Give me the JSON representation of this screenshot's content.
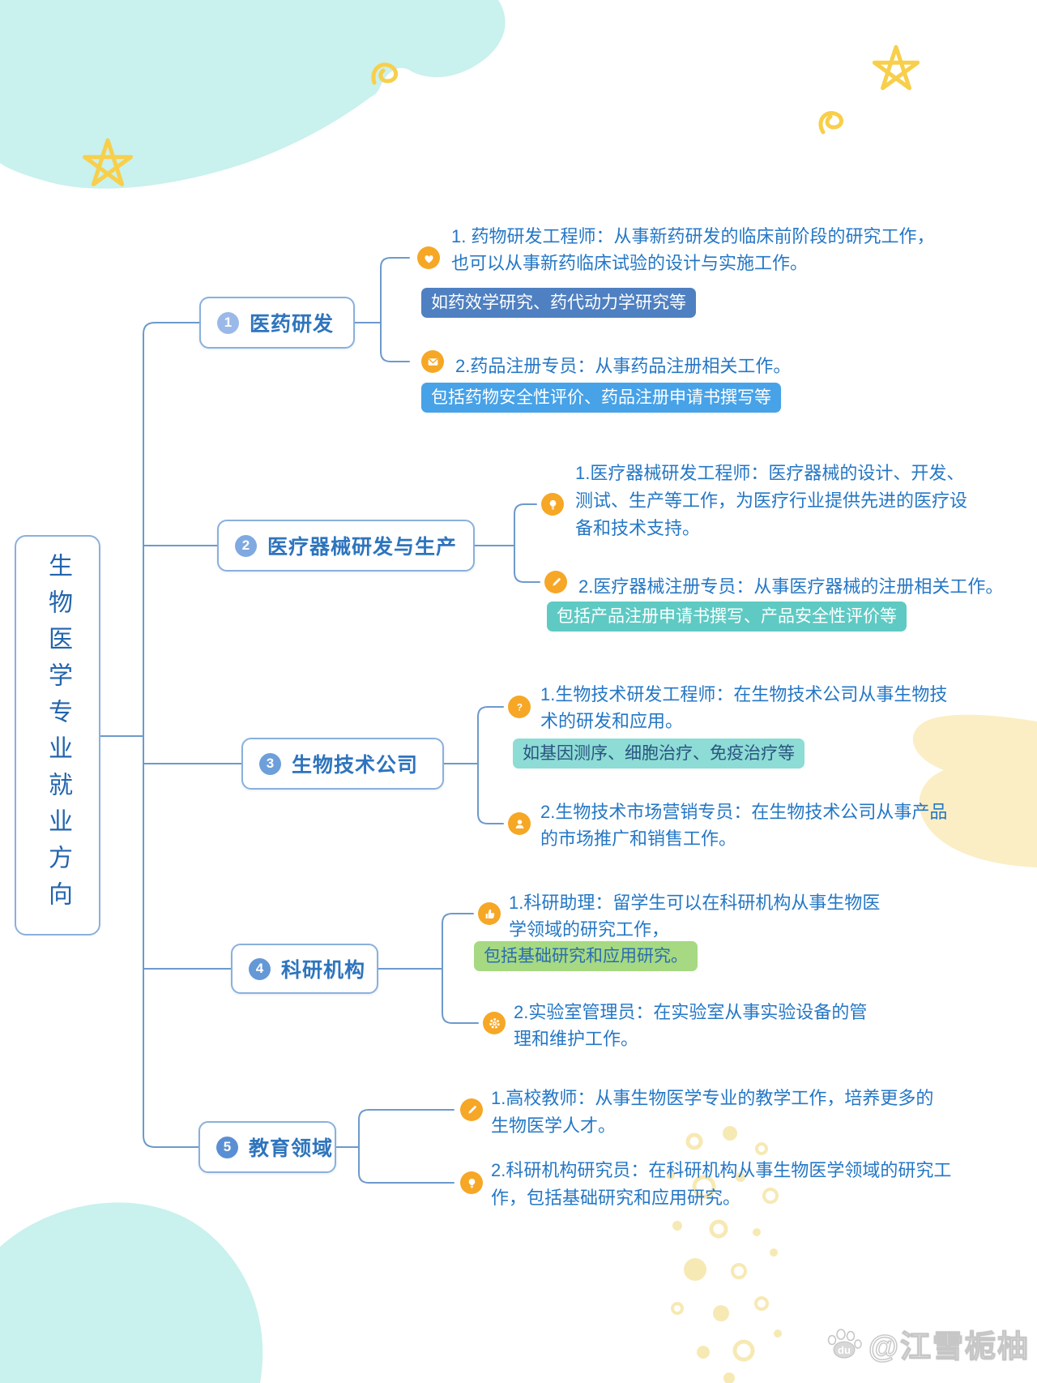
{
  "root": {
    "title": "生物医学专业就业方向"
  },
  "colors": {
    "line": "#6d9acb",
    "node_border": "#8ab0dc",
    "item_text": "#2577c5",
    "icon_bg": "#f6a725",
    "blob_cyan": "#c9f1ee",
    "doodle_yellow": "#f8cf4a",
    "blob_cream": "#fbeec5"
  },
  "branches": [
    {
      "num": "1",
      "num_bg": "#9ab9e8",
      "label": "医药研发",
      "items": [
        {
          "icon": "heart-hands",
          "lines": [
            "1. 药物研发工程师：从事新药研发的临床前阶段的研究工作，",
            "也可以从事新药临床试验的设计与实施工作。"
          ],
          "tag": {
            "text": "如药效学研究、药代动力学研究等",
            "bg": "#4f80c1",
            "color": "#ffffff"
          }
        },
        {
          "icon": "envelope",
          "lines": [
            "2.药品注册专员：从事药品注册相关工作。"
          ],
          "tag": {
            "text": "包括药物安全性评价、药品注册申请书撰写等",
            "bg": "#47a2e8",
            "color": "#ffffff"
          }
        }
      ]
    },
    {
      "num": "2",
      "num_bg": "#7fa9e0",
      "label": "医疗器械研发与生产",
      "items": [
        {
          "icon": "lightbulb",
          "lines": [
            "1.医疗器械研发工程师：医疗器械的设计、开发、",
            "测试、生产等工作，为医疗行业提供先进的医疗设",
            "备和技术支持。"
          ]
        },
        {
          "icon": "pencil",
          "lines": [
            "2.医疗器械注册专员：从事医疗器械的注册相关工作。"
          ],
          "tag": {
            "text": "包括产品注册申请书撰写、产品安全性评价等",
            "bg": "#5ecac3",
            "color": "#ffffff"
          }
        }
      ]
    },
    {
      "num": "3",
      "num_bg": "#6d9fda",
      "label": "生物技术公司",
      "items": [
        {
          "icon": "question",
          "lines": [
            "1.生物技术研发工程师：在生物技术公司从事生物技",
            "术的研发和应用。"
          ],
          "tag": {
            "text": "如基因测序、细胞治疗、免疫治疗等",
            "bg": "#8ddcd5",
            "color": "#2a5480"
          }
        },
        {
          "icon": "person",
          "lines": [
            "2.生物技术市场营销专员：在生物技术公司从事产品",
            "的市场推广和销售工作。"
          ]
        }
      ]
    },
    {
      "num": "4",
      "num_bg": "#6598d6",
      "label": "科研机构",
      "items": [
        {
          "icon": "thumbs-up",
          "lines": [
            "1.科研助理：留学生可以在科研机构从事生物医",
            "学领域的研究工作，"
          ],
          "tag": {
            "text": "包括基础研究和应用研究。",
            "bg": "#a6d981",
            "color": "#2a6cb3"
          }
        },
        {
          "icon": "gear",
          "lines": [
            "2.实验室管理员：在实验室从事实验设备的管",
            "理和维护工作。"
          ]
        }
      ]
    },
    {
      "num": "5",
      "num_bg": "#5b8fd3",
      "label": "教育领域",
      "items": [
        {
          "icon": "pencil",
          "lines": [
            "1.高校教师：从事生物医学专业的教学工作，培养更多的",
            "生物医学人才。"
          ]
        },
        {
          "icon": "lightbulb",
          "lines": [
            "2.科研机构研究员：在科研机构从事生物医学领域的研究工",
            "作，包括基础研究和应用研究。"
          ]
        }
      ]
    }
  ],
  "watermark": {
    "text": "@江雪栀柚",
    "paw_label": "du"
  }
}
